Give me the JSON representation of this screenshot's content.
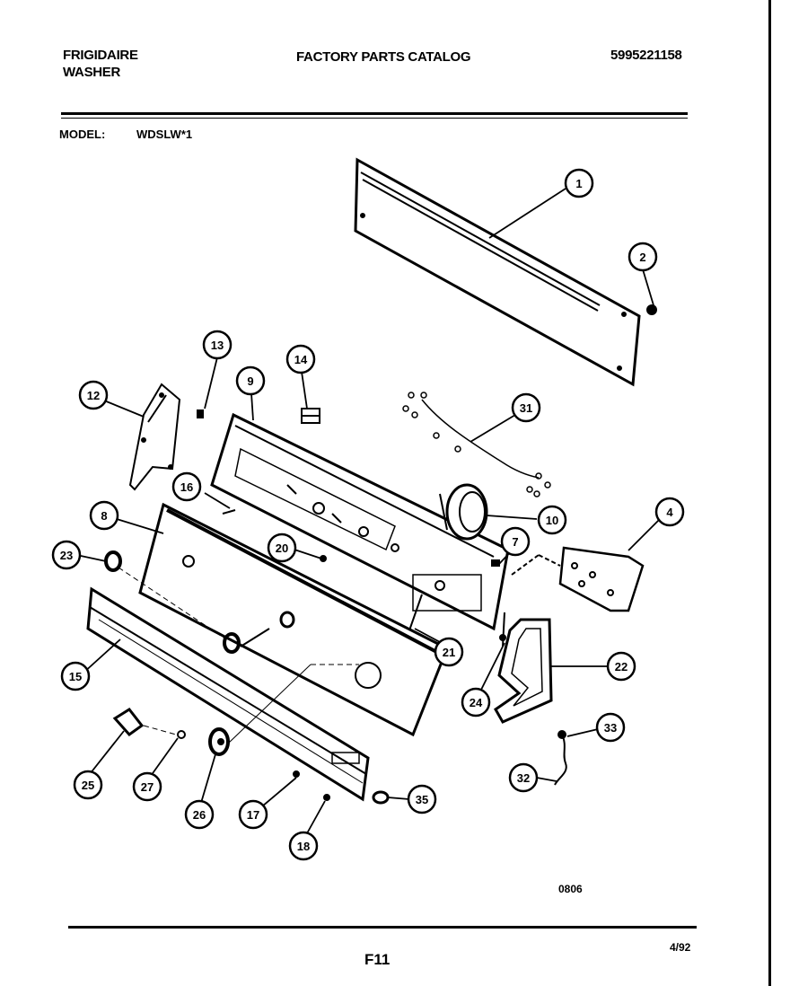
{
  "header": {
    "brand_line1": "FRIGIDAIRE",
    "brand_line2": "WASHER",
    "title": "FACTORY PARTS CATALOG",
    "catalog_number": "5995221158"
  },
  "model": {
    "label": "MODEL:",
    "value": "WDSLW*1"
  },
  "callouts": [
    {
      "id": "c1",
      "label": "1"
    },
    {
      "id": "c2",
      "label": "2"
    },
    {
      "id": "c4",
      "label": "4"
    },
    {
      "id": "c7",
      "label": "7"
    },
    {
      "id": "c8",
      "label": "8"
    },
    {
      "id": "c9",
      "label": "9"
    },
    {
      "id": "c10",
      "label": "10"
    },
    {
      "id": "c12",
      "label": "12"
    },
    {
      "id": "c13",
      "label": "13"
    },
    {
      "id": "c14",
      "label": "14"
    },
    {
      "id": "c15",
      "label": "15"
    },
    {
      "id": "c16",
      "label": "16"
    },
    {
      "id": "c17",
      "label": "17"
    },
    {
      "id": "c18",
      "label": "18"
    },
    {
      "id": "c20",
      "label": "20"
    },
    {
      "id": "c21",
      "label": "21"
    },
    {
      "id": "c22",
      "label": "22"
    },
    {
      "id": "c23",
      "label": "23"
    },
    {
      "id": "c24",
      "label": "24"
    },
    {
      "id": "c25",
      "label": "25"
    },
    {
      "id": "c26",
      "label": "26"
    },
    {
      "id": "c27",
      "label": "27"
    },
    {
      "id": "c31",
      "label": "31"
    },
    {
      "id": "c32",
      "label": "32"
    },
    {
      "id": "c33",
      "label": "33"
    },
    {
      "id": "c35",
      "label": "35"
    }
  ],
  "footer": {
    "drawing_code": "0806",
    "page_id": "F11",
    "date": "4/92"
  }
}
